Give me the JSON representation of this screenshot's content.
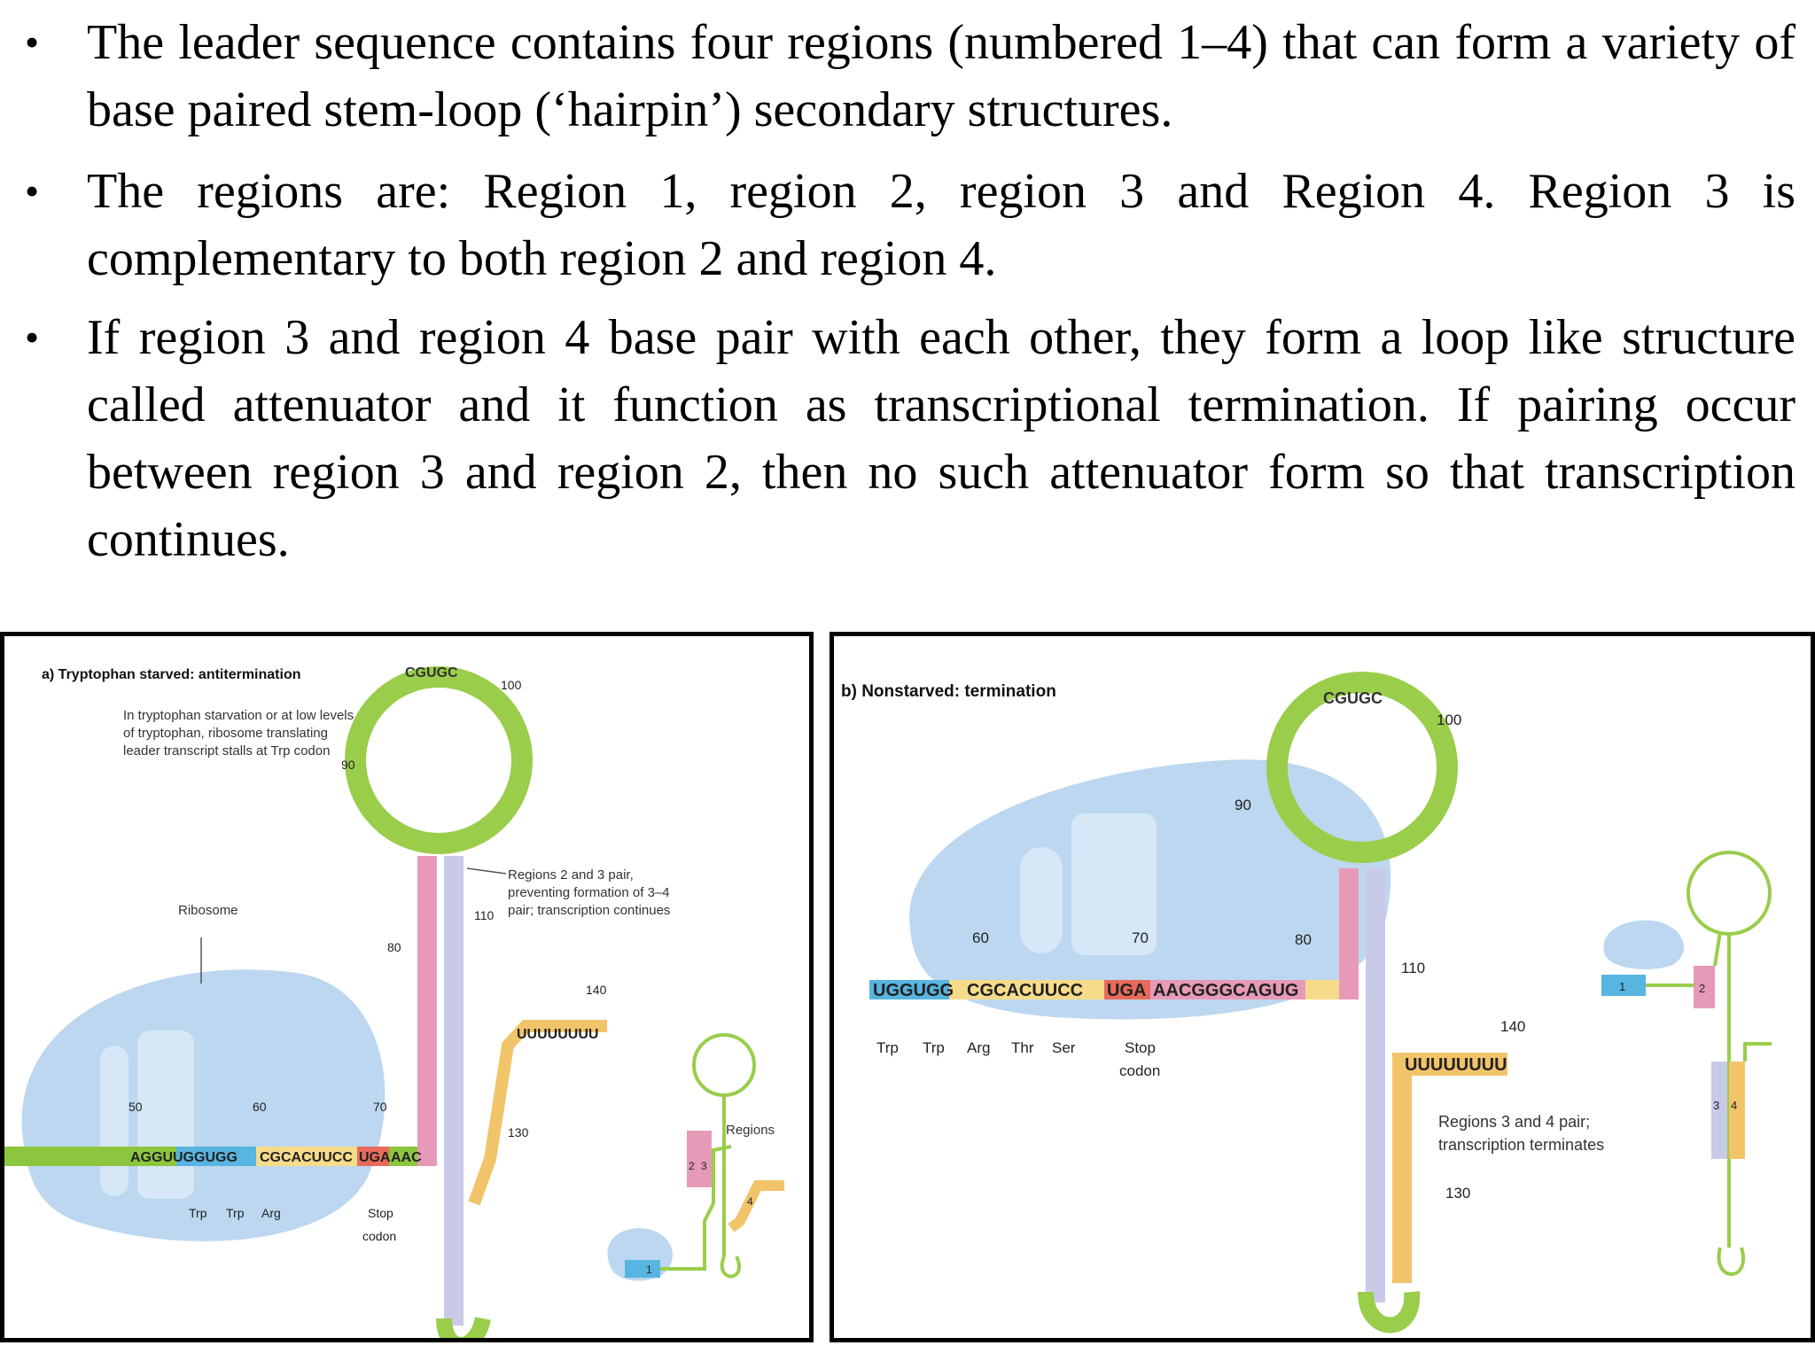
{
  "bullets": [
    {
      "marker": "•",
      "text": "The leader sequence contains four regions (numbered 1–4) that can form a variety of base paired stem-loop (‘hairpin’) secondary structures."
    },
    {
      "marker": "•",
      "text": "The regions are: Region 1, region 2, region 3 and Region 4. Region 3 is complementary to both region 2 and region 4."
    },
    {
      "marker": "•",
      "text": "If region 3 and region 4 base pair with each other, they form a loop like structure called attenuator and it function as transcriptional termination. If pairing occur between region 3 and region 2, then no such attenuator form so that transcription continues."
    }
  ],
  "figure_a": {
    "title": "a) Tryptophan starved: antitermination",
    "caption": [
      "In tryptophan starvation or at low levels",
      "of tryptophan, ribosome translating",
      "leader transcript stalls at Trp codon"
    ],
    "ribosome_label": "Ribosome",
    "sequence_prefix": "AGGUUGGUGG",
    "sequence_mid": "CGCACUUCC",
    "stop_seq": "UGA",
    "sequence_suffix": "AAC",
    "codons": [
      "Trp",
      "Trp",
      "Arg"
    ],
    "stop_label": [
      "Stop",
      "codon"
    ],
    "pairing_note": [
      "Regions 2 and 3 pair,",
      "preventing formation of 3–4",
      "pair; transcription continues"
    ],
    "loop_seq": "CGUGC",
    "polyU": "UUUUUUUU",
    "positions": [
      "50",
      "60",
      "70",
      "80",
      "90",
      "100",
      "110",
      "130",
      "140"
    ],
    "regions_label": "Regions",
    "region_numbers": [
      "1",
      "2",
      "3",
      "4"
    ]
  },
  "figure_b": {
    "title": "b) Nonstarved: termination",
    "sequence_trp": "UGGUGG",
    "sequence_mid": "CGCACUUCC",
    "stop_seq": "UGA",
    "sequence_suffix": "AACGGGCAGUG",
    "codons": [
      "Trp",
      "Trp",
      "Arg",
      "Thr",
      "Ser"
    ],
    "stop_label": [
      "Stop",
      "codon"
    ],
    "pairing_note": [
      "Regions 3 and 4 pair;",
      "transcription terminates"
    ],
    "loop_seq": "CGUGC",
    "polyU": "UUUUUUUU",
    "positions": [
      "60",
      "70",
      "80",
      "90",
      "100",
      "110",
      "130",
      "140"
    ],
    "region_numbers": [
      "1",
      "2",
      "3",
      "4"
    ]
  },
  "colors": {
    "region1": "#58b4e0",
    "region2": "#e79ab8",
    "region3": "#c9c9e8",
    "region4": "#f2c46a",
    "mrna_green": "#8cc63f",
    "loop_green": "#9acd4a",
    "ribosome": "#bcd7ef",
    "stop": "#e96a5c"
  }
}
